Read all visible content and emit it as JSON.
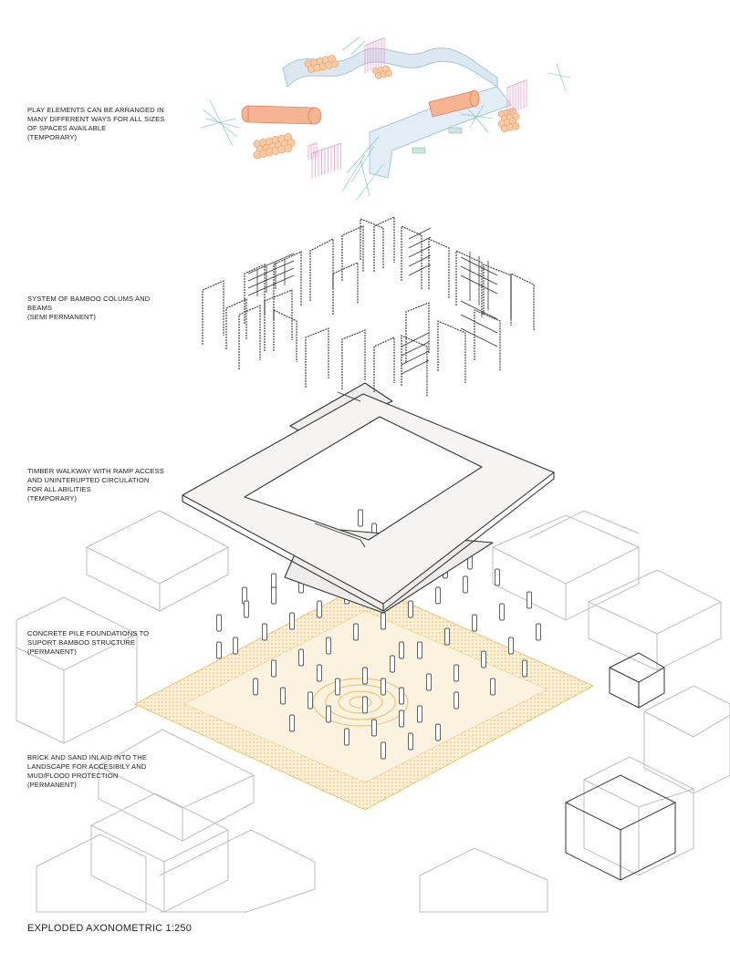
{
  "labels": [
    {
      "id": "play",
      "lines": [
        "PLAY ELEMENTS CAN BE ARRANGED IN",
        "MANY DIFFERENT WAYS FOR ALL SIZES",
        "OF SPACES AVAILABLE",
        "(TEMPORARY)"
      ]
    },
    {
      "id": "bamboo",
      "lines": [
        "SYSTEM OF BAMBOO COLUMS AND",
        "BEAMS",
        "(SEMI PERMANENT)"
      ]
    },
    {
      "id": "walkway",
      "lines": [
        "TIMBER WALKWAY WITH RAMP ACCESS",
        "AND UNINTERUPTED CIRCULATION",
        "FOR ALL ABILITIES",
        "(TEMPORARY)"
      ]
    },
    {
      "id": "piles",
      "lines": [
        "CONCRETE PILE FOUNDATIONS TO",
        "SUPORT BAMBOO STRUCTURE",
        "(PERMANENT)"
      ]
    },
    {
      "id": "brick",
      "lines": [
        "BRICK AND SAND INLAID INTO THE",
        "LANDSCAPE FOR ACCESIBILY AND",
        "MUD/FLOOD PROTECTION",
        "(PERMANENT)"
      ]
    }
  ],
  "footer": {
    "title": "EXPLODED AXONOMETRIC 1:250"
  },
  "colors": {
    "line": "#555555",
    "context_line": "#bbbbbb",
    "brick": "#f2cf7e",
    "brick_fill": "#fbf1d8",
    "play_orange": "#f3a77a",
    "play_peach": "#f7c89f",
    "play_blue": "#a9c6dc",
    "play_pink": "#e88fc2",
    "play_teal": "#6fc5b6",
    "walkway_fill": "#f6f4f3"
  }
}
